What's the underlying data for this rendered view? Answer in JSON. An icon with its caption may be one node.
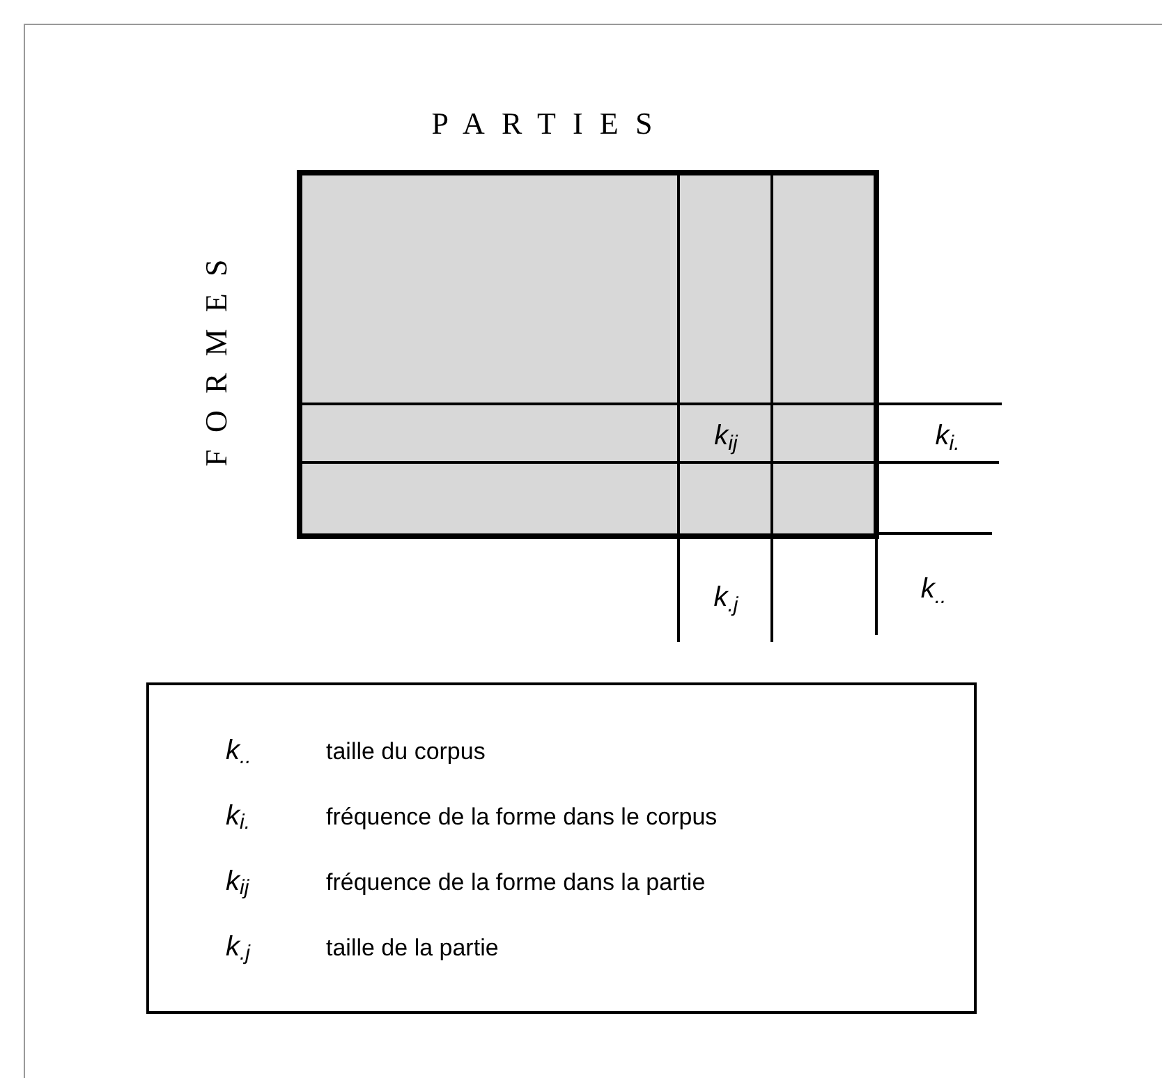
{
  "diagram": {
    "nodes": [
      {
        "text": [],
        "shape": "box"
      },
      {
        "text": [
          "k$_{..}$",
          "taille du corpus",
          "k$_{i.}$",
          "fréquence de la forme dans le corpus",
          "k$_{ij}$",
          "fréquence de la forme dans la partie",
          "k$_{.j}$",
          "taille de la partie"
        ]
      }
    ],
    "labels": [
      "PARTIES",
      "FORMES",
      "k$_{ij}$",
      "k$_{i.}$",
      "k$_{.j}$",
      "k$_{..}$"
    ]
  }
}
